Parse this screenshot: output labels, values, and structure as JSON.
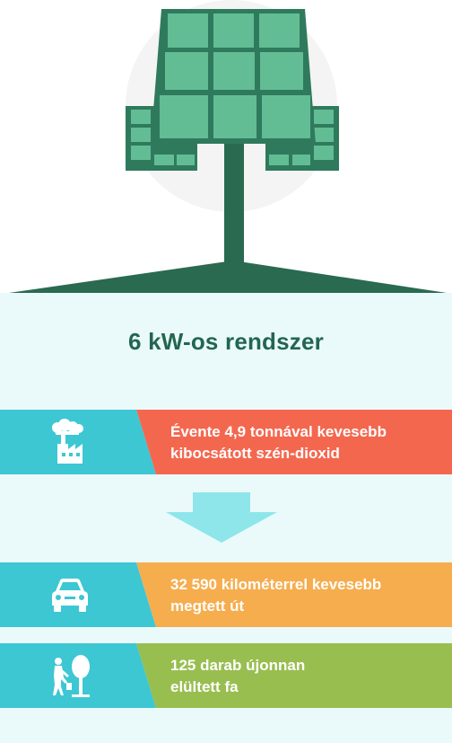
{
  "illustration": {
    "icon": "solar-panel-icon",
    "colors": {
      "panel": "#62bd95",
      "panel_frame": "#2f7a5d",
      "post": "#2a6a50",
      "circle": "#eeeeee"
    }
  },
  "title": "6 kW-os rendszer",
  "colors": {
    "background_panel": "#eafafb",
    "icon_band": "#3cc7d3",
    "arrow": "#8ee6ea",
    "title": "#236650"
  },
  "stats": [
    {
      "icon": "factory-emission-icon",
      "text": "Évente 4,9 tonnával kevesebb kibocsátott szén-dioxid",
      "line1": "Évente 4,9 tonnával kevesebb",
      "line2": "kibocsátott szén-dioxid",
      "color": "#f4674f"
    },
    {
      "icon": "car-icon",
      "text": "32 590 kilométerrel kevesebb megtett út",
      "line1": "32 590 kilométerrel kevesebb",
      "line2": "megtett út",
      "color": "#f6ad4e"
    },
    {
      "icon": "planting-tree-icon",
      "text": "125 darab újonnan elültett fa",
      "line1": "125 darab újonnan",
      "line2": "elültett fa",
      "color": "#98be50"
    }
  ],
  "arrow_icon": "down-arrow-icon"
}
